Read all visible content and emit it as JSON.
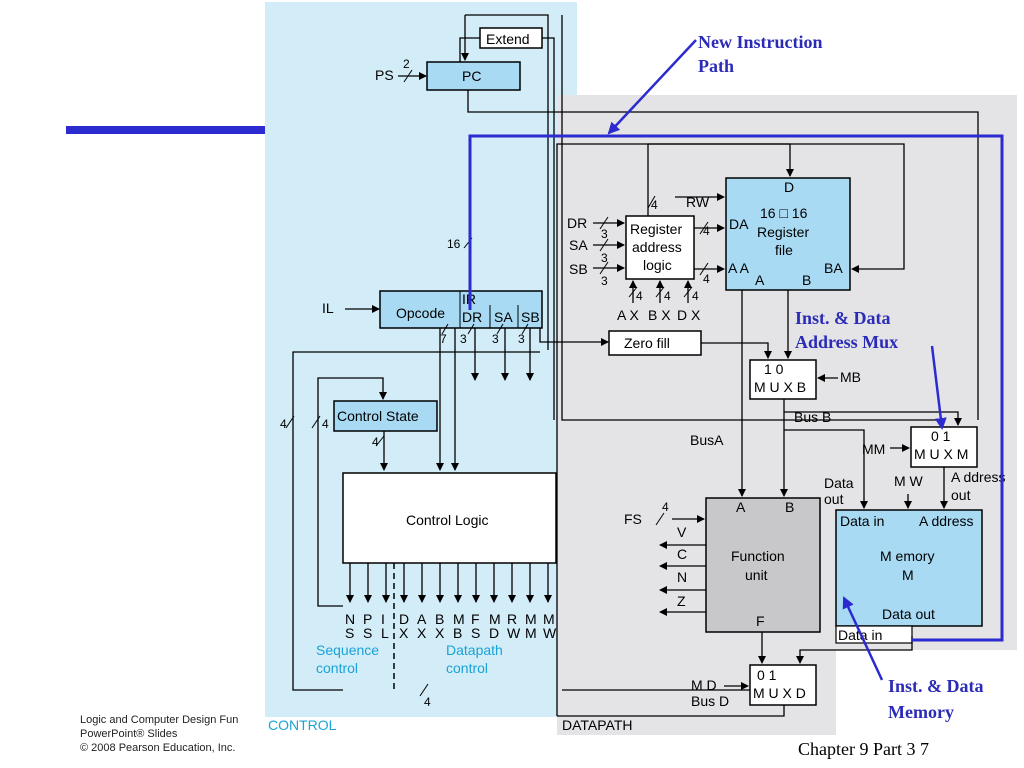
{
  "control": {
    "extend": "Extend",
    "ps": "PS",
    "ps_width": "2",
    "pc": "PC",
    "ir_width": "16",
    "il": "IL",
    "opcode": "Opcode",
    "ir": "IR",
    "ir_dr": "DR",
    "ir_sa": "SA",
    "ir_sb": "SB",
    "w7": "7",
    "w3a": "3",
    "w3b": "3",
    "w3c": "3",
    "control_state": "Control State",
    "w4a": "4",
    "w4b": "4",
    "w4c": "4",
    "w4d": "4",
    "control_logic": "Control Logic",
    "sig_top": [
      "N",
      "P",
      "I",
      "D",
      "A",
      "B",
      "M",
      "F",
      "M",
      "R",
      "M",
      "M"
    ],
    "sig_bot": [
      "S",
      "S",
      "L",
      "X",
      "X",
      "X",
      "B",
      "S",
      "D",
      "W",
      "M",
      "W"
    ],
    "sequence_control_1": "Sequence",
    "sequence_control_2": "control",
    "datapath_control_1": "Datapath",
    "datapath_control_2": "control",
    "region": "CONTROL"
  },
  "datapath": {
    "region": "DATAPATH",
    "rw": "RW",
    "dr": "DR",
    "sa": "SA",
    "sb": "SB",
    "w3_dr": "3",
    "w3_sa": "3",
    "w3_sb": "3",
    "w4_top": "4",
    "w4_da": "4",
    "w4_aa": "4",
    "w4_ax": "4",
    "w4_bx": "4",
    "w4_dx": "4",
    "ral_1": "Register",
    "ral_2": "address",
    "ral_3": "logic",
    "ax": "A X",
    "bx": "B X",
    "dx": "D X",
    "rf_d": "D",
    "rf_size": "16 □ 16",
    "rf_1": "Register",
    "rf_2": "file",
    "rf_da": "DA",
    "rf_aa": "A A",
    "rf_a": "A",
    "rf_b": "B",
    "rf_ba": "BA",
    "zero_fill": "Zero fill",
    "muxb_in": "1   0",
    "muxb": "M U X  B",
    "mb": "MB",
    "bus_b": "Bus B",
    "bus_a": "BusA",
    "mm": "MM",
    "muxm_in": "0  1",
    "muxm": "M U X  M",
    "data_out_1": "Data",
    "data_out_2": "out",
    "mw": "M W",
    "address_out_1": "A ddress",
    "address_out_2": "out",
    "fs": "FS",
    "w4_fs": "4",
    "fu_a": "A",
    "fu_b": "B",
    "fu_1": "Function",
    "fu_2": "unit",
    "fu_f": "F",
    "v": "V",
    "c": "C",
    "n": "N",
    "z": "Z",
    "mem_data_in": "Data in",
    "mem_address": "A ddress",
    "mem_1": "M emory",
    "mem_2": "M",
    "mem_data_out": "Data out",
    "mem_data_in_bottom": "Data in",
    "muxd_in": "0      1",
    "muxd": "M U X  D",
    "md": "M D",
    "bus_d": "Bus D"
  },
  "annotations": {
    "new_path_1": "New Instruction",
    "new_path_2": "Path",
    "inst_mux_1": "Inst. & Data",
    "inst_mux_2": "Address Mux",
    "inst_mem_1": "Inst. & Data",
    "inst_mem_2": "Memory"
  },
  "footer": {
    "line1": "Logic and Computer Design Fun",
    "line2": "PowerPoint® Slides",
    "line3": "© 2008 Pearson Education, Inc.",
    "chapter": "Chapter 9  Part 3   7"
  },
  "colors": {
    "control_bg": "#d2ecf8",
    "datapath_bg": "#e4e4e6",
    "block_fill": "#a8daf4",
    "function_unit": "#c8c8ca",
    "accent_blue": "#2b2bd0",
    "cyan_text": "#1aa3d6"
  }
}
